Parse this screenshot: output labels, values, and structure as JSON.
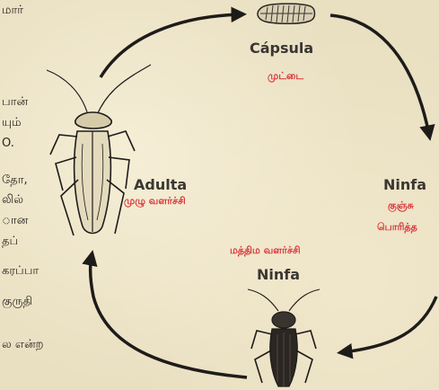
{
  "left_column": [
    "மார்",
    "பான்",
    "யும்",
    "O.",
    "தோ,",
    "லில்",
    "ான",
    "தப்",
    "கரப்பா",
    "குருதி",
    "ல என்ற"
  ],
  "stages": {
    "capsule": {
      "name": "Cápsula",
      "tamil": "முட்டை"
    },
    "adult": {
      "name": "Adulta",
      "tamil": "முழு வளர்ச்சி"
    },
    "nymph_right": {
      "name": "Ninfa",
      "tamil_1": "குஞ்சு",
      "tamil_2": "பொரித்த"
    },
    "nymph_bottom": {
      "name": "Ninfa",
      "tamil": "மத்திம வளர்ச்சி"
    }
  },
  "colors": {
    "red_label": "#d8353b",
    "dark_label": "#3a3733",
    "line": "#1e1c1a"
  }
}
